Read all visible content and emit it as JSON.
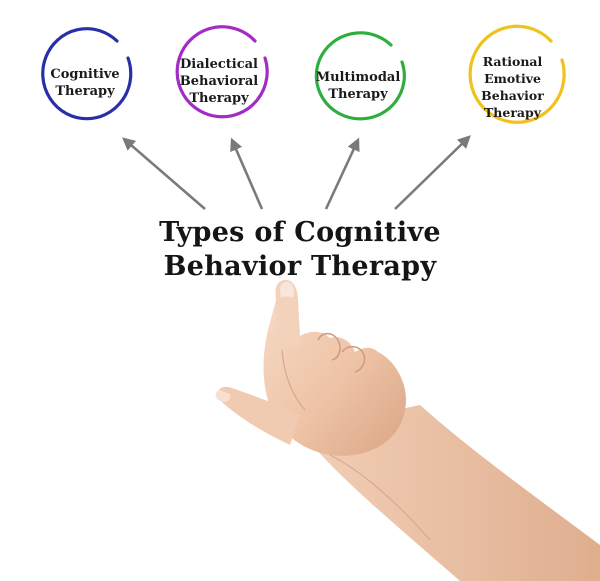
{
  "diagram": {
    "title_lines": [
      "Types of Cognitive",
      "Behavior Therapy"
    ],
    "nodes": [
      {
        "lines": [
          "Cognitive",
          "Therapy"
        ],
        "color": "#2a2fa8"
      },
      {
        "lines": [
          "Dialectical",
          "Behavioral",
          "Therapy"
        ],
        "color": "#a32cc4"
      },
      {
        "lines": [
          "Multimodal",
          "Therapy"
        ],
        "color": "#2fae3e"
      },
      {
        "lines": [
          "Rational",
          "Emotive",
          "Behavior",
          "Therapy"
        ],
        "color": "#f0c21c"
      }
    ],
    "arrow_color": "#7a7a7a"
  },
  "photo": {
    "subject": "hand-pointing-up"
  }
}
